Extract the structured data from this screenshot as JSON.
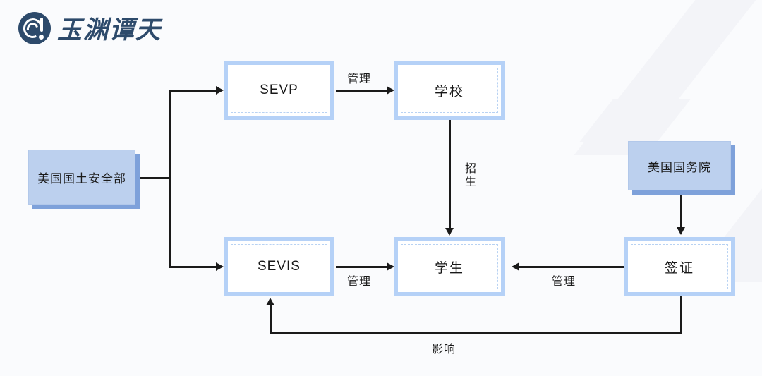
{
  "brand": {
    "logo_text": "玉渊谭天",
    "logo_icon": "wave-circle-emblem",
    "color": "#2d4a6b"
  },
  "diagram": {
    "title": "",
    "type": "flowchart",
    "agency_nodes": [
      {
        "id": "dhs",
        "label": "美国国土安全部",
        "fill": "#bcd0ee",
        "shadow": "#7ea1da"
      },
      {
        "id": "dos",
        "label": "美国国务院",
        "fill": "#bcd0ee",
        "shadow": "#7ea1da"
      }
    ],
    "framed_nodes": [
      {
        "id": "sevp",
        "label": "SEVP",
        "border": "#b5d1f7"
      },
      {
        "id": "school",
        "label": "学校",
        "border": "#b5d1f7"
      },
      {
        "id": "sevis",
        "label": "SEVIS",
        "border": "#b5d1f7"
      },
      {
        "id": "student",
        "label": "学生",
        "border": "#b5d1f7"
      },
      {
        "id": "visa",
        "label": "签证",
        "border": "#b5d1f7"
      }
    ],
    "edges": [
      {
        "from": "dhs",
        "to": "sevp",
        "label": ""
      },
      {
        "from": "dhs",
        "to": "sevis",
        "label": ""
      },
      {
        "from": "sevp",
        "to": "school",
        "label": "管理"
      },
      {
        "from": "school",
        "to": "student",
        "label": "招生"
      },
      {
        "from": "sevis",
        "to": "student",
        "label": "管理"
      },
      {
        "from": "visa",
        "to": "student",
        "label": "管理"
      },
      {
        "from": "dos",
        "to": "visa",
        "label": ""
      },
      {
        "from": "visa",
        "to": "sevis",
        "label": "影响"
      }
    ],
    "edge_labels": {
      "sevp_school": "管理",
      "school_student": "招生",
      "sevis_student": "管理",
      "visa_student": "管理",
      "visa_sevis": "影响"
    }
  }
}
